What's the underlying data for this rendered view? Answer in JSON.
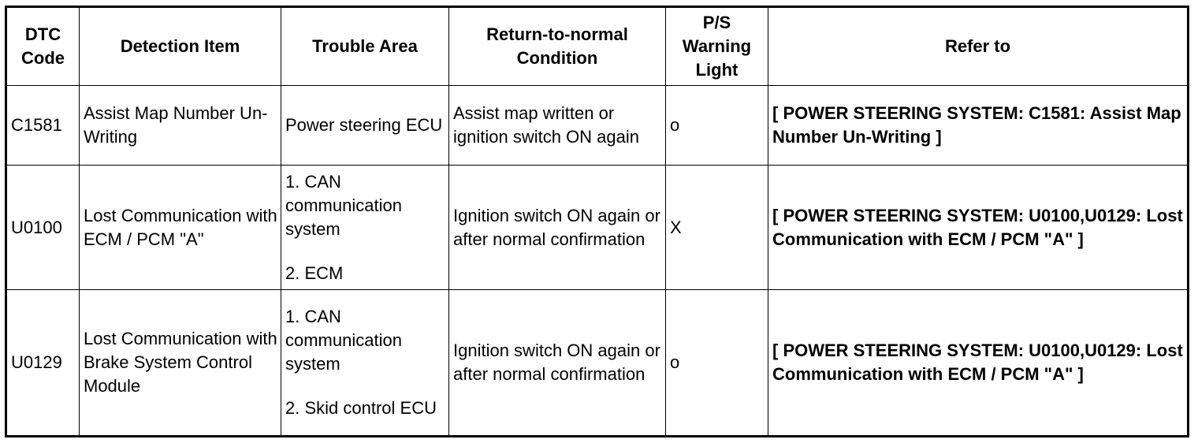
{
  "table": {
    "headers": {
      "code": "DTC Code",
      "detection": "Detection Item",
      "area": "Trouble Area",
      "return": "Return-to-normal Condition",
      "light": "P/S Warning Light",
      "refer": "Refer to"
    },
    "rows": [
      {
        "code": "C1581",
        "detection": "Assist Map Number Un-Writing",
        "area": [
          "Power steering ECU"
        ],
        "return": "Assist map written or ignition switch ON again",
        "light": "o",
        "refer": "[ POWER STEERING SYSTEM: C1581: Assist Map Number Un-Writing ]"
      },
      {
        "code": "U0100",
        "detection": "Lost Communication with ECM / PCM \"A\"",
        "area": [
          "1. CAN communication system",
          "2. ECM"
        ],
        "return": "Ignition switch ON again or after normal confirmation",
        "light": "X",
        "refer": "[ POWER STEERING SYSTEM: U0100,U0129: Lost Communication with ECM / PCM \"A\" ]"
      },
      {
        "code": "U0129",
        "detection": "Lost Communication with Brake System Control Module",
        "area": [
          "1. CAN communication system",
          "2. Skid control ECU"
        ],
        "return": "Ignition switch ON again or after normal confirmation",
        "light": "o",
        "refer": "[ POWER STEERING SYSTEM: U0100,U0129: Lost Communication with ECM / PCM \"A\" ]"
      }
    ]
  }
}
